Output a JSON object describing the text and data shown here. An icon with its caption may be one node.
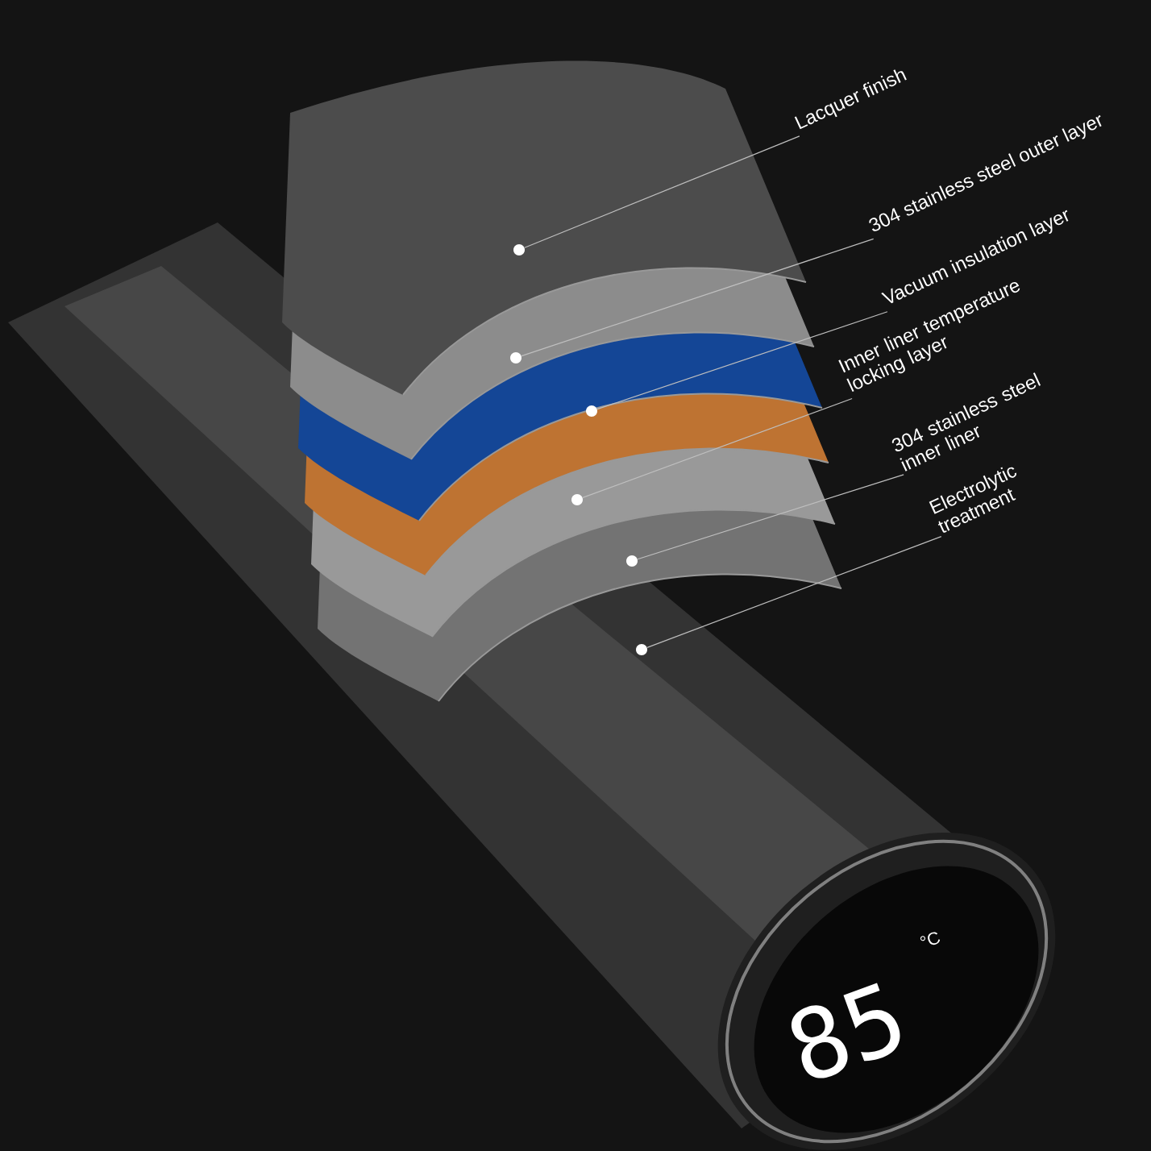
{
  "diagram": {
    "nodes": [
      {
        "text": [
          "Lacquer finish"
        ]
      },
      {
        "text": [
          "304 stainless steel outer layer"
        ]
      },
      {
        "text": [
          "Vacuum insulation layer"
        ]
      },
      {
        "text": [
          "Inner liner temperature locking layer"
        ]
      },
      {
        "text": [
          "304 stainless steel inner liner"
        ]
      },
      {
        "text": [
          "Electrolytic treatment"
        ]
      },
      {
        "text": [],
        "shape": "circle"
      },
      {
        "text": [],
        "shape": "circle"
      },
      {
        "text": [],
        "shape": "circle"
      },
      {
        "text": [],
        "shape": "circle"
      },
      {
        "text": [],
        "shape": "circle"
      },
      {
        "text": [],
        "shape": "circle"
      }
    ],
    "edges": [
      {
        "from": 0,
        "to": 6,
        "arrow": "none"
      },
      {
        "from": 1,
        "to": 7,
        "arrow": "none"
      },
      {
        "from": 2,
        "to": 8,
        "arrow": "none"
      },
      {
        "from": 3,
        "to": 9,
        "arrow": "none"
      },
      {
        "from": 4,
        "to": 10,
        "arrow": "none"
      },
      {
        "from": 5,
        "to": 11,
        "arrow": "none"
      }
    ],
    "labels": [
      "85",
      "°C"
    ]
  }
}
